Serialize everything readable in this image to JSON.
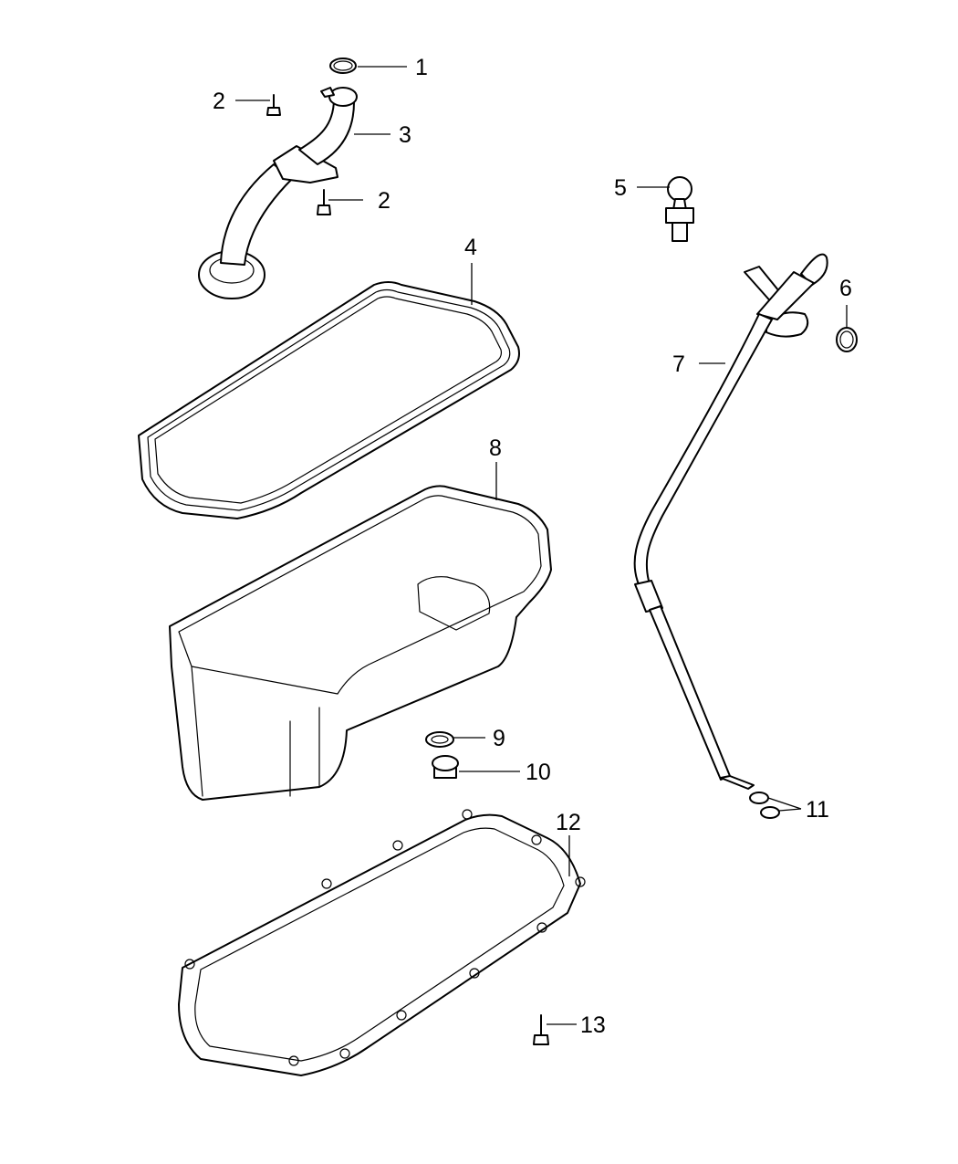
{
  "callouts": [
    {
      "id": "c1",
      "label": "1"
    },
    {
      "id": "c2a",
      "label": "2"
    },
    {
      "id": "c2b",
      "label": "2"
    },
    {
      "id": "c3",
      "label": "3"
    },
    {
      "id": "c4",
      "label": "4"
    },
    {
      "id": "c5",
      "label": "5"
    },
    {
      "id": "c6",
      "label": "6"
    },
    {
      "id": "c7",
      "label": "7"
    },
    {
      "id": "c8",
      "label": "8"
    },
    {
      "id": "c9",
      "label": "9"
    },
    {
      "id": "c10",
      "label": "10"
    },
    {
      "id": "c11",
      "label": "11"
    },
    {
      "id": "c12",
      "label": "12"
    },
    {
      "id": "c13",
      "label": "13"
    }
  ]
}
